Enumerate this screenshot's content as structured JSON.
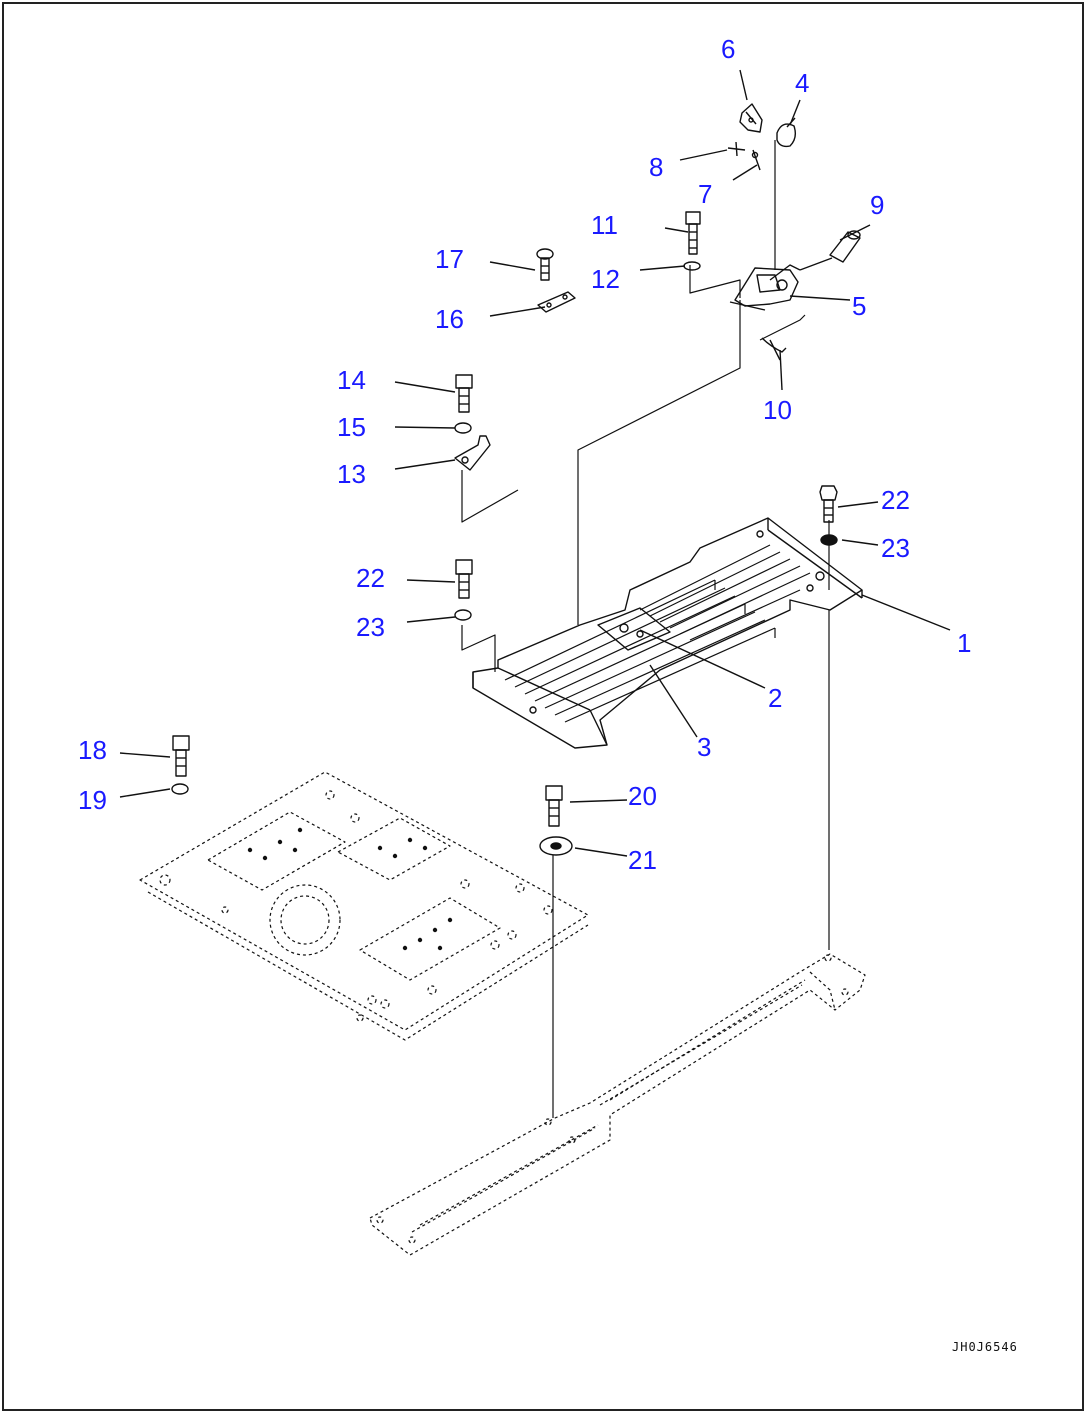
{
  "diagram": {
    "callout_color": "#1a1aff",
    "line_color": "#111111",
    "drawing_code": "JH0J6546",
    "callouts": [
      "6",
      "4",
      "8",
      "7",
      "11",
      "9",
      "17",
      "12",
      "5",
      "16",
      "10",
      "14",
      "15",
      "13",
      "22",
      "23",
      "22",
      "23",
      "1",
      "2",
      "3",
      "18",
      "19",
      "20",
      "21"
    ]
  }
}
